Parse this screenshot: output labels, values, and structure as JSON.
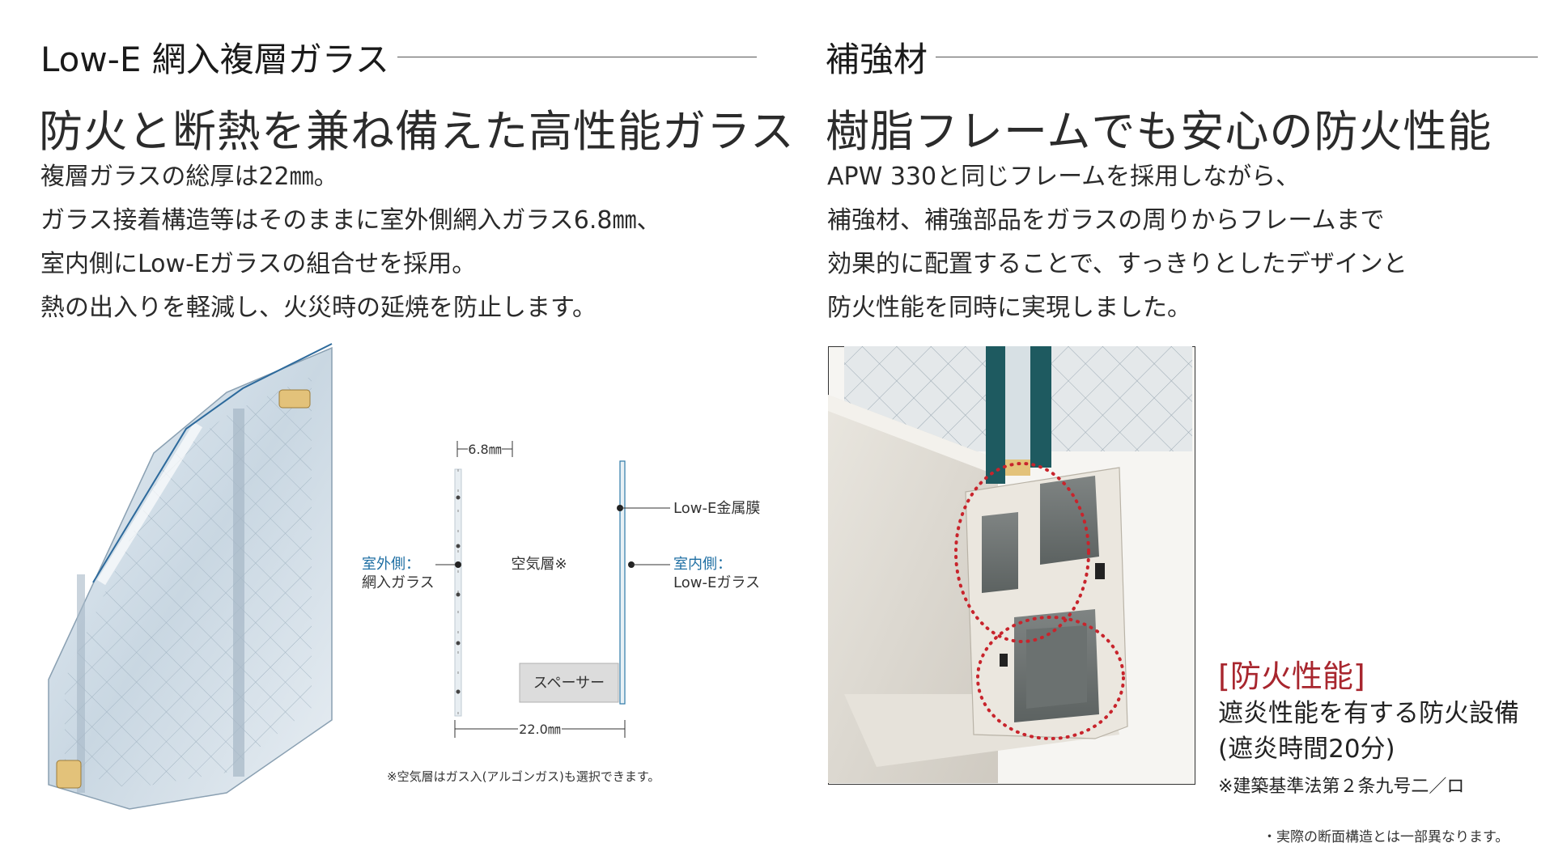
{
  "left": {
    "section_title": "Low-E 網入複層ガラス",
    "headline": "防火と断熱を兼ね備えた高性能ガラス",
    "paragraph": [
      "複層ガラスの総厚は22㎜。",
      "ガラス接着構造等はそのままに室外側網入ガラス6.8㎜、",
      "室内側にLow-Eガラスの組合せを採用。",
      "熱の出入りを軽減し、火災時の延焼を防止します。"
    ],
    "diagram": {
      "dim_top": "6.8㎜",
      "dim_bottom": "22.0㎜",
      "outer_label_1": "室外側：",
      "outer_label_2": "網入ガラス",
      "air_layer": "空気層※",
      "lowe_film": "Low-E金属膜",
      "inner_label_1": "室内側：",
      "inner_label_2": "Low-Eガラス",
      "spacer": "スペーサー",
      "note": "※空気層はガス入(アルゴンガス)も選択できます。"
    }
  },
  "right": {
    "section_title": "補強材",
    "headline": "樹脂フレームでも安心の防火性能",
    "paragraph": [
      "APW 330と同じフレームを採用しながら、",
      "補強材、補強部品をガラスの周りからフレームまで",
      "効果的に配置することで、すっきりとしたデザインと",
      "防火性能を同時に実現しました。"
    ],
    "fire": {
      "title": "[防火性能]",
      "line1": "遮炎性能を有する防火設備",
      "line2": "(遮炎時間20分)",
      "note": "※建築基準法第２条九号二／ロ"
    },
    "footnote": "・実際の断面構造とは一部異なります。"
  },
  "colors": {
    "accent_blue": "#1f6fa3",
    "fire_red": "#a8262e",
    "dot_red": "#c8242c",
    "frame_teal": "#1e5a60"
  }
}
